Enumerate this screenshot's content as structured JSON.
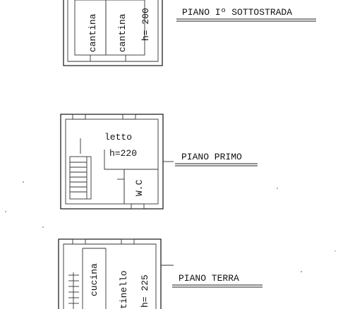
{
  "floors": {
    "basement": {
      "label": "PIANO Iº SOTTOSTRADA",
      "rooms": [
        "cantina",
        "cantina",
        "h= 200"
      ]
    },
    "first": {
      "label": "PIANO PRIMO",
      "rooms": [
        "letto",
        "h=220",
        "W.C"
      ]
    },
    "ground": {
      "label": "PIANO TERRA",
      "rooms": [
        "cucina",
        "tinello",
        "h= 225"
      ]
    }
  }
}
